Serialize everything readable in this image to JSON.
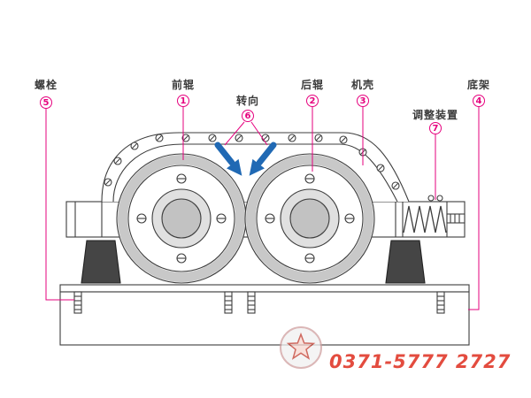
{
  "diagram": {
    "type": "double-roller-crusher-schematic",
    "labels": {
      "bolt": {
        "text": "螺栓",
        "num": "5"
      },
      "front_roller": {
        "text": "前辊",
        "num": "1"
      },
      "rotation": {
        "text": "转向",
        "num": "6"
      },
      "rear_roller": {
        "text": "后辊",
        "num": "2"
      },
      "casing": {
        "text": "机壳",
        "num": "3"
      },
      "adjuster": {
        "text": "调整装置",
        "num": "7"
      },
      "base": {
        "text": "底架",
        "num": "4"
      }
    },
    "colors": {
      "callout": "#e6007e",
      "rotation_arrow": "#2069b4",
      "line": "#3d3d3d",
      "watermark_red": "#e0392b"
    }
  },
  "watermark": {
    "phone": "0371-5777 2727"
  }
}
